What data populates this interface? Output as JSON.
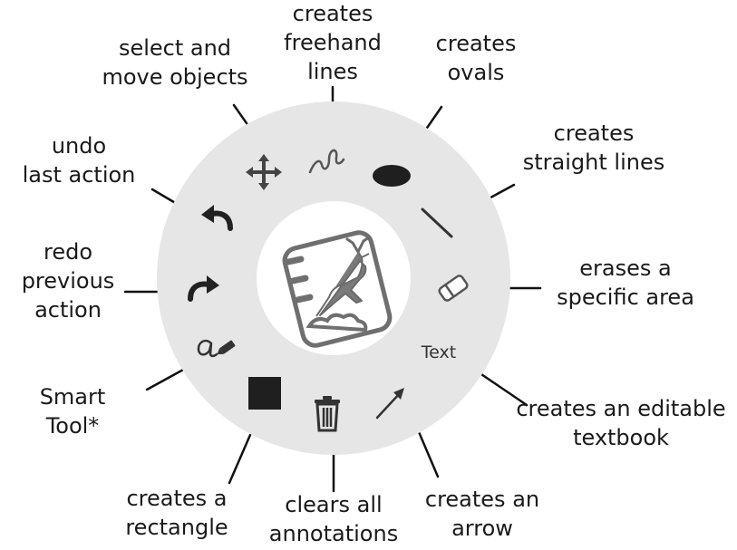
{
  "tools": [
    {
      "id": "move",
      "icon": "move-arrows-icon",
      "label_lines": [
        "select and",
        "move objects"
      ]
    },
    {
      "id": "freehand",
      "icon": "freehand-squiggle-icon",
      "label_lines": [
        "creates",
        "freehand",
        "lines"
      ]
    },
    {
      "id": "oval",
      "icon": "oval-icon",
      "label_lines": [
        "creates",
        "ovals"
      ]
    },
    {
      "id": "line",
      "icon": "straight-line-icon",
      "label_lines": [
        "creates",
        "straight lines"
      ]
    },
    {
      "id": "eraser",
      "icon": "eraser-icon",
      "label_lines": [
        "erases a",
        "specific area"
      ]
    },
    {
      "id": "text",
      "icon": "text-tool-icon",
      "text": "Text",
      "label_lines": [
        "creates an editable",
        "textbook"
      ]
    },
    {
      "id": "arrow",
      "icon": "arrow-tool-icon",
      "label_lines": [
        "creates an",
        "arrow"
      ]
    },
    {
      "id": "clear",
      "icon": "trash-icon",
      "label_lines": [
        "clears all",
        "annotations"
      ]
    },
    {
      "id": "rectangle",
      "icon": "rectangle-icon",
      "label_lines": [
        "creates a",
        "rectangle"
      ]
    },
    {
      "id": "smart",
      "icon": "smart-tool-icon",
      "label_lines": [
        "Smart",
        "Tool*"
      ]
    },
    {
      "id": "redo",
      "icon": "redo-arrow-icon",
      "label_lines": [
        "redo",
        "previous",
        "action"
      ]
    },
    {
      "id": "undo",
      "icon": "undo-arrow-icon",
      "label_lines": [
        "undo",
        "last action"
      ]
    }
  ],
  "center": {
    "icon": "notebook-deer-logo-icon"
  }
}
